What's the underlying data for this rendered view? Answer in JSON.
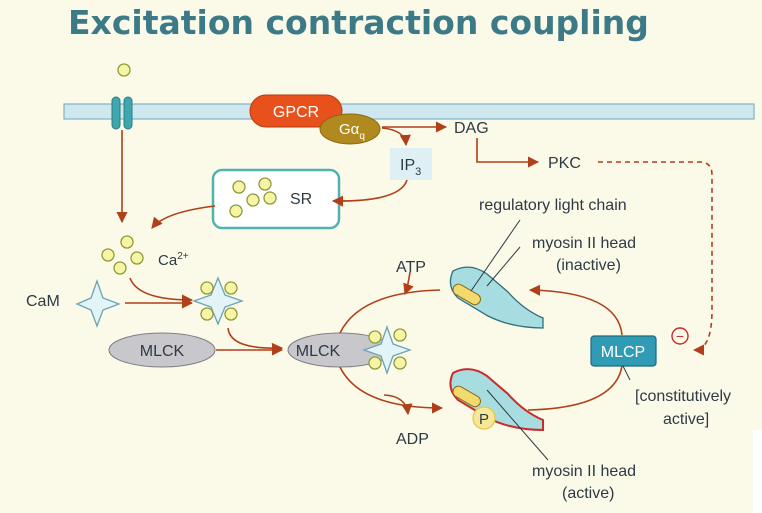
{
  "title": "Excitation contraction coupling",
  "labels": {
    "gpcr": "GPCR",
    "galpha": "Gα",
    "galpha_sub": "q",
    "dag": "DAG",
    "ip3": "IP",
    "ip3_sub": "3",
    "pkc": "PKC",
    "sr": "SR",
    "ca": "Ca",
    "ca_sup": "2+",
    "cam": "CaM",
    "mlck": "MLCK",
    "mlck_complex": "MLCK",
    "atp": "ATP",
    "adp": "ADP",
    "regulatory_light_chain": "regulatory light chain",
    "myosin_inactive_1": "myosin II head",
    "myosin_inactive_2": "(inactive)",
    "myosin_active_1": "myosin II head",
    "myosin_active_2": "(active)",
    "mlcp": "MLCP",
    "minus": "−",
    "constitutive_1": "[constitutively",
    "constitutive_2": "active]",
    "phosphate": "P"
  },
  "colors": {
    "title": "#3b7a86",
    "background": "#fbf9e8",
    "membrane": "#cfe8ef",
    "gpcr": "#e8501c",
    "galpha": "#b08a1e",
    "arrow": "#b0401a",
    "mlcp": "#2f9bb5",
    "mlck": "#c8c8cc",
    "myosin": "#a7dde0",
    "calcium": "#f6f5a6"
  }
}
